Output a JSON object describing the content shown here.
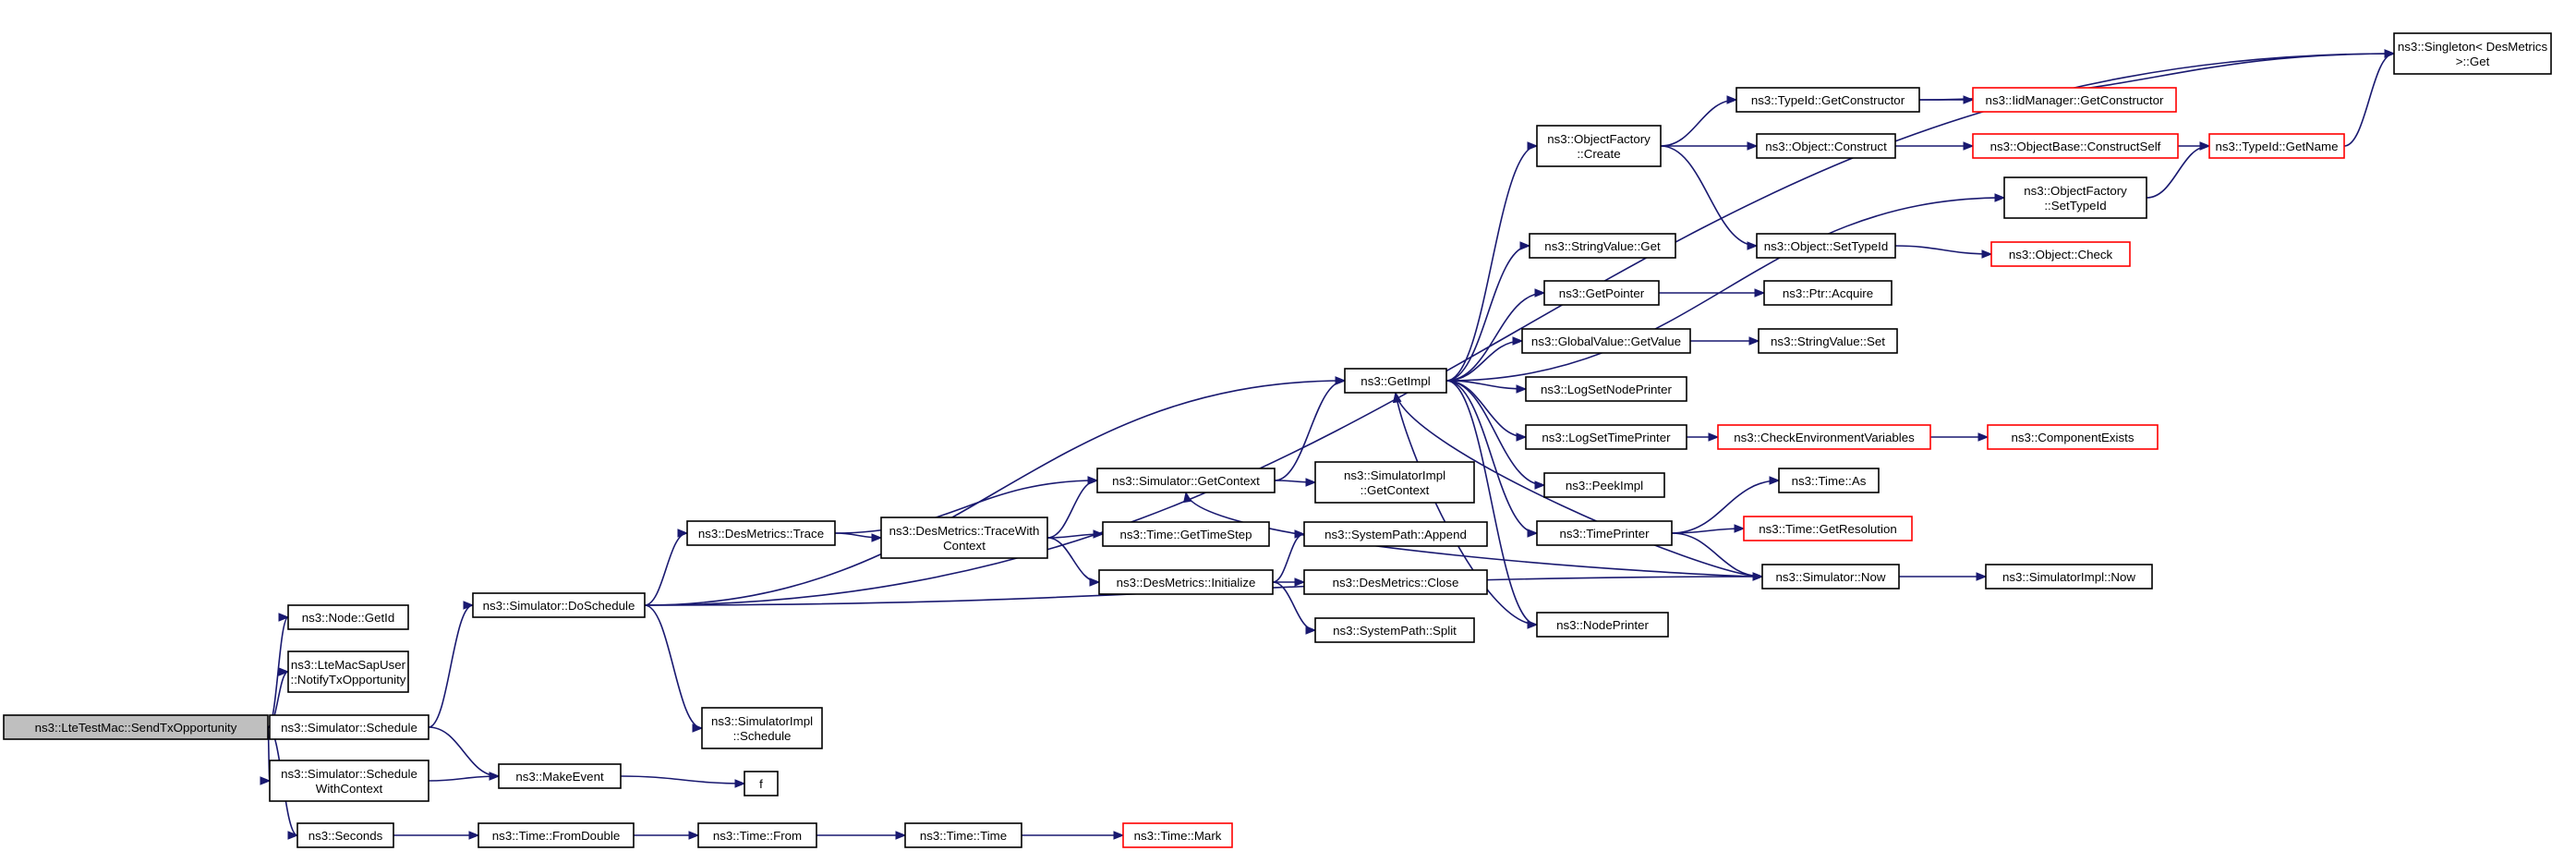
{
  "diagram": {
    "colors": {
      "edge": "#191970",
      "node_border": "#000000",
      "warn_border": "#ff0000",
      "root_fill": "#bfbfbf"
    },
    "nodes": [
      {
        "id": "root",
        "lines": [
          "ns3::LteTestMac::SendTxOpportunity"
        ],
        "style": "root"
      },
      {
        "id": "getid",
        "lines": [
          "ns3::Node::GetId"
        ]
      },
      {
        "id": "notify",
        "lines": [
          "ns3::LteMacSapUser",
          "::NotifyTxOpportunity"
        ]
      },
      {
        "id": "schedule",
        "lines": [
          "ns3::Simulator::Schedule"
        ]
      },
      {
        "id": "schedctx",
        "lines": [
          "ns3::Simulator::Schedule",
          "WithContext"
        ]
      },
      {
        "id": "seconds",
        "lines": [
          "ns3::Seconds"
        ]
      },
      {
        "id": "doschedule",
        "lines": [
          "ns3::Simulator::DoSchedule"
        ]
      },
      {
        "id": "makeevent",
        "lines": [
          "ns3::MakeEvent"
        ]
      },
      {
        "id": "fromdouble",
        "lines": [
          "ns3::Time::FromDouble"
        ]
      },
      {
        "id": "desmtrace",
        "lines": [
          "ns3::DesMetrics::Trace"
        ]
      },
      {
        "id": "simimplsched",
        "lines": [
          "ns3::SimulatorImpl",
          "::Schedule"
        ]
      },
      {
        "id": "f",
        "lines": [
          "f"
        ]
      },
      {
        "id": "timefrom",
        "lines": [
          "ns3::Time::From"
        ]
      },
      {
        "id": "tracewith",
        "lines": [
          "ns3::DesMetrics::TraceWith",
          "Context"
        ]
      },
      {
        "id": "timetime",
        "lines": [
          "ns3::Time::Time"
        ]
      },
      {
        "id": "getcontext",
        "lines": [
          "ns3::Simulator::GetContext"
        ]
      },
      {
        "id": "gettimestep",
        "lines": [
          "ns3::Time::GetTimeStep"
        ]
      },
      {
        "id": "desinit",
        "lines": [
          "ns3::DesMetrics::Initialize"
        ]
      },
      {
        "id": "timemark",
        "lines": [
          "ns3::Time::Mark"
        ],
        "style": "warn"
      },
      {
        "id": "getimpl",
        "lines": [
          "ns3::GetImpl"
        ]
      },
      {
        "id": "simimplgetctx",
        "lines": [
          "ns3::SimulatorImpl",
          "::GetContext"
        ]
      },
      {
        "id": "sysappend",
        "lines": [
          "ns3::SystemPath::Append"
        ]
      },
      {
        "id": "desclose",
        "lines": [
          "ns3::DesMetrics::Close"
        ]
      },
      {
        "id": "syssplit",
        "lines": [
          "ns3::SystemPath::Split"
        ]
      },
      {
        "id": "ofcreate",
        "lines": [
          "ns3::ObjectFactory",
          "::Create"
        ]
      },
      {
        "id": "strget",
        "lines": [
          "ns3::StringValue::Get"
        ]
      },
      {
        "id": "getpointer",
        "lines": [
          "ns3::GetPointer"
        ]
      },
      {
        "id": "gvgetvalue",
        "lines": [
          "ns3::GlobalValue::GetValue"
        ]
      },
      {
        "id": "logsetnode",
        "lines": [
          "ns3::LogSetNodePrinter"
        ]
      },
      {
        "id": "logsettime",
        "lines": [
          "ns3::LogSetTimePrinter"
        ]
      },
      {
        "id": "peekimpl",
        "lines": [
          "ns3::PeekImpl"
        ]
      },
      {
        "id": "timeprinter",
        "lines": [
          "ns3::TimePrinter"
        ]
      },
      {
        "id": "nodeprinter",
        "lines": [
          "ns3::NodePrinter"
        ]
      },
      {
        "id": "tidgetctor",
        "lines": [
          "ns3::TypeId::GetConstructor"
        ]
      },
      {
        "id": "objconstruct",
        "lines": [
          "ns3::Object::Construct"
        ]
      },
      {
        "id": "objsettypeid",
        "lines": [
          "ns3::Object::SetTypeId"
        ]
      },
      {
        "id": "ptracquire",
        "lines": [
          "ns3::Ptr::Acquire"
        ]
      },
      {
        "id": "strset",
        "lines": [
          "ns3::StringValue::Set"
        ]
      },
      {
        "id": "checkenv",
        "lines": [
          "ns3::CheckEnvironmentVariables"
        ],
        "style": "warn"
      },
      {
        "id": "timeas",
        "lines": [
          "ns3::Time::As"
        ]
      },
      {
        "id": "getres",
        "lines": [
          "ns3::Time::GetResolution"
        ],
        "style": "warn"
      },
      {
        "id": "simnow",
        "lines": [
          "ns3::Simulator::Now"
        ]
      },
      {
        "id": "iidgetctor",
        "lines": [
          "ns3::IidManager::GetConstructor"
        ],
        "style": "warn"
      },
      {
        "id": "obconstructself",
        "lines": [
          "ns3::ObjectBase::ConstructSelf"
        ],
        "style": "warn"
      },
      {
        "id": "ofsettypeid",
        "lines": [
          "ns3::ObjectFactory",
          "::SetTypeId"
        ]
      },
      {
        "id": "objcheck",
        "lines": [
          "ns3::Object::Check"
        ],
        "style": "warn"
      },
      {
        "id": "compexists",
        "lines": [
          "ns3::ComponentExists"
        ],
        "style": "warn"
      },
      {
        "id": "simimplnow",
        "lines": [
          "ns3::SimulatorImpl::Now"
        ]
      },
      {
        "id": "tidgetname",
        "lines": [
          "ns3::TypeId::GetName"
        ],
        "style": "warn"
      },
      {
        "id": "singleton",
        "lines": [
          "ns3::Singleton< DesMetrics",
          ">::Get"
        ]
      }
    ]
  }
}
